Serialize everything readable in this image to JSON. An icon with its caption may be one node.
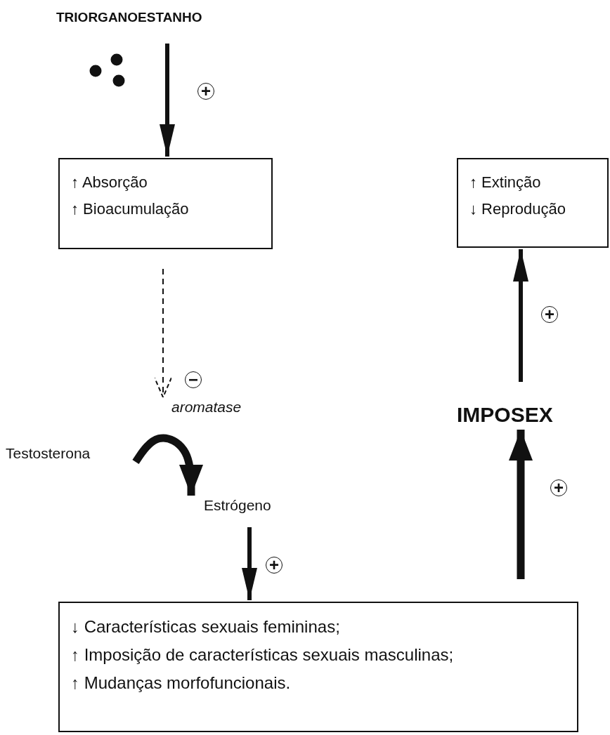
{
  "diagram": {
    "nodes": [
      {
        "text": [
          "TRIORGANOESTANHO"
        ]
      },
      {
        "text": [
          "↑ Absorção",
          "↑ Bioacumulação"
        ]
      },
      {
        "text": [
          "aromatase"
        ]
      },
      {
        "text": [
          "Testosterona"
        ]
      },
      {
        "text": [
          "Estrógeno"
        ]
      },
      {
        "text": [
          "↓ Características sexuais femininas;",
          "↑ Imposição de características sexuais masculinas;",
          "↑ Mudanças morfofuncionais."
        ]
      },
      {
        "text": [
          "IMPOSEX"
        ]
      },
      {
        "text": [
          "↑ Extinção",
          "↓ Reprodução"
        ]
      }
    ],
    "edges": [
      {
        "from": 0,
        "to": 1,
        "arrow": "to",
        "label": "+"
      },
      {
        "from": 1,
        "to": 2,
        "arrow": "to",
        "label": "−",
        "style": "dashed"
      },
      {
        "from": 3,
        "to": 4,
        "arrow": "to",
        "style": "thick"
      },
      {
        "from": 4,
        "to": 5,
        "arrow": "to",
        "label": "+"
      },
      {
        "from": 5,
        "to": 6,
        "arrow": "to",
        "label": "+",
        "style": "thick"
      },
      {
        "from": 6,
        "to": 7,
        "arrow": "to",
        "label": "+"
      }
    ]
  }
}
